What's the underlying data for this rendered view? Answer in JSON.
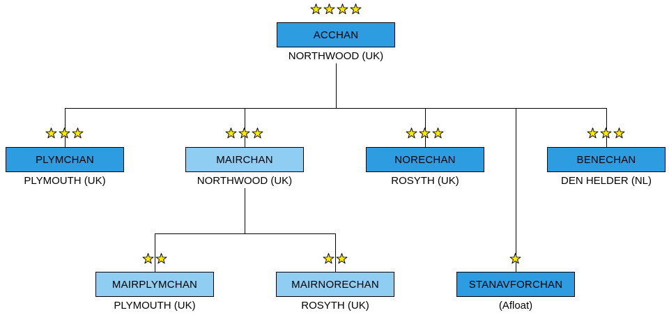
{
  "colors": {
    "primary_box": "#2d9ce1",
    "light_box": "#8fcdf2",
    "star_fill": "#ffe800",
    "star_stroke": "#000000",
    "line": "#000000",
    "background": "#ffffff"
  },
  "nodes": {
    "acchan": {
      "label": "ACCHAN",
      "location": "NORTHWOOD (UK)",
      "stars": 4
    },
    "plymchan": {
      "label": "PLYMCHAN",
      "location": "PLYMOUTH (UK)",
      "stars": 3
    },
    "mairchan": {
      "label": "MAIRCHAN",
      "location": "NORTHWOOD (UK)",
      "stars": 3
    },
    "norechan": {
      "label": "NORECHAN",
      "location": "ROSYTH (UK)",
      "stars": 3
    },
    "benechan": {
      "label": "BENECHAN",
      "location": "DEN HELDER (NL)",
      "stars": 3
    },
    "mairplymchan": {
      "label": "MAIRPLYMCHAN",
      "location": "PLYMOUTH (UK)",
      "stars": 2
    },
    "mairnorechan": {
      "label": "MAIRNORECHAN",
      "location": "ROSYTH (UK)",
      "stars": 2
    },
    "stanavforchan": {
      "label": "STANAVFORCHAN",
      "location": "(Afloat)",
      "stars": 1
    }
  },
  "edges": [
    {
      "from": "acchan",
      "to": "plymchan"
    },
    {
      "from": "acchan",
      "to": "mairchan"
    },
    {
      "from": "acchan",
      "to": "norechan"
    },
    {
      "from": "acchan",
      "to": "stanavforchan"
    },
    {
      "from": "acchan",
      "to": "benechan"
    },
    {
      "from": "mairchan",
      "to": "mairplymchan"
    },
    {
      "from": "mairchan",
      "to": "mairnorechan"
    }
  ]
}
